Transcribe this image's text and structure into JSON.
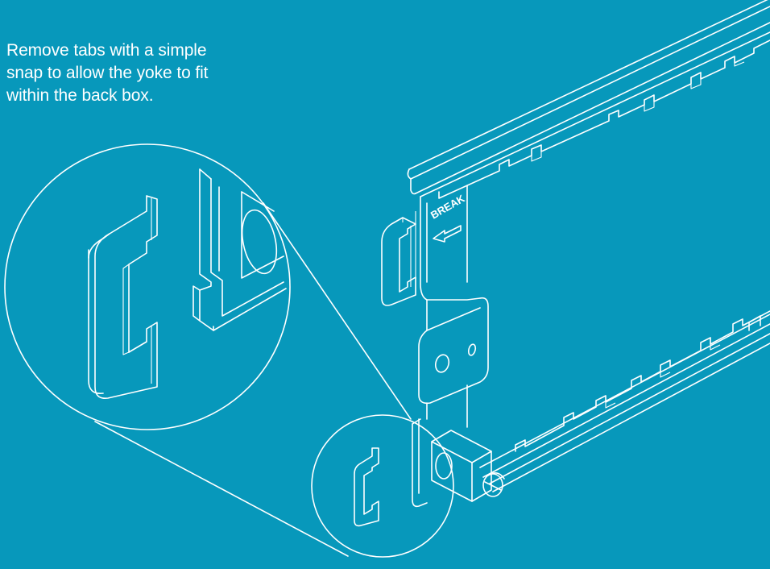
{
  "caption": {
    "line1": "Remove tabs with a simple",
    "line2": "snap to allow the yoke to fit",
    "line3": "within the back box."
  },
  "yoke_label": "BREAK",
  "colors": {
    "background": "#0798bb",
    "line": "#ffffff"
  }
}
